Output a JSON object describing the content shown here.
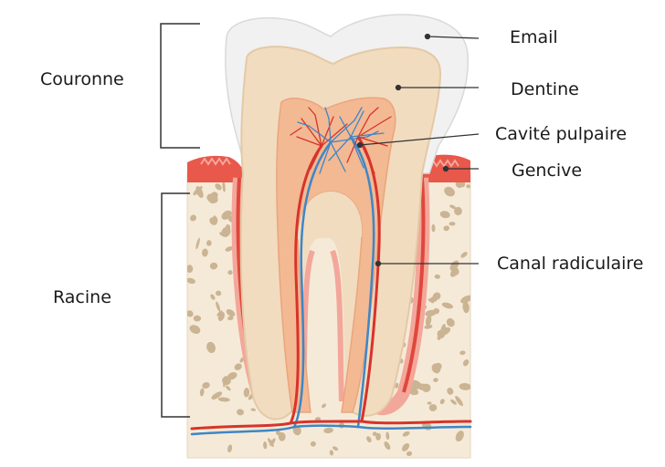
{
  "labels": {
    "email": "Email",
    "dentine": "Dentine",
    "cavite_pulpaire": "Cavité pulpaire",
    "gencive": "Gencive",
    "canal_radiculaire": "Canal radiculaire",
    "couronne": "Couronne",
    "racine": "Racine"
  },
  "colors": {
    "enamel": "#f1f1f1",
    "dentin": "#f1dcc0",
    "pulp": "#f3b992",
    "gum": "#e8584b",
    "bone": "#f5ead8",
    "bone_pore": "#cbb493",
    "artery": "#d8332a",
    "vein": "#3f86c6"
  }
}
